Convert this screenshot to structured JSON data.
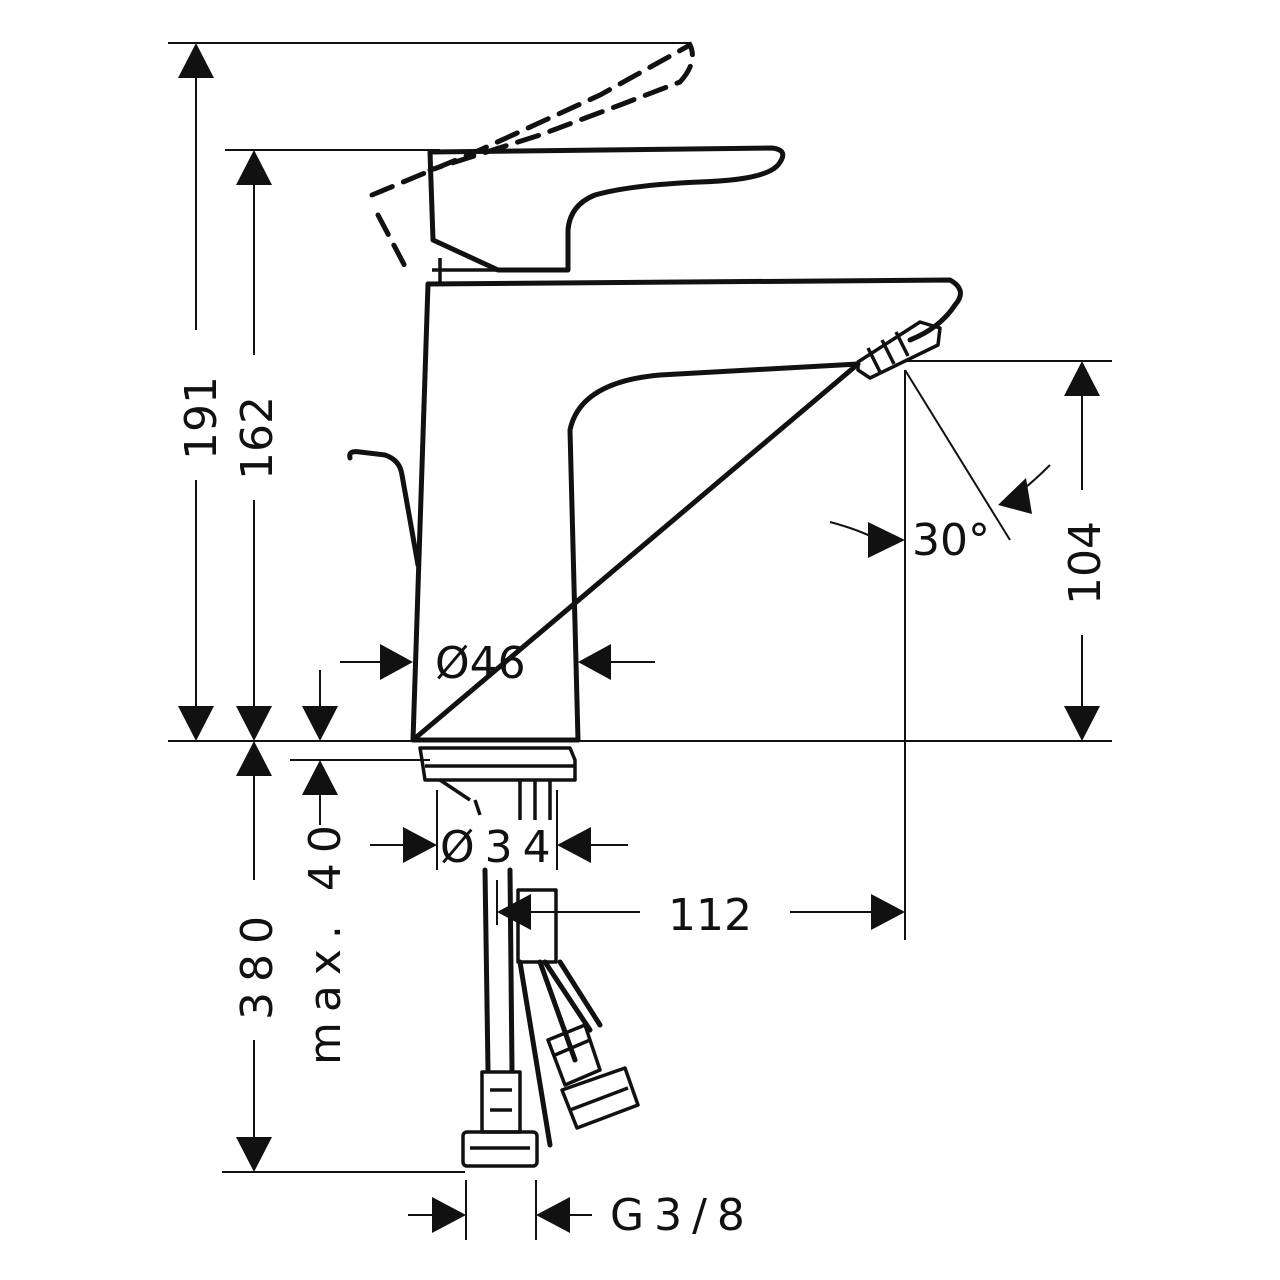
{
  "dimensions": {
    "total_height": "191",
    "lever_height": "162",
    "spout_height": "104",
    "base_diameter": "Ø46",
    "shank_diameter": "Ø34",
    "projection": "112",
    "below_deck": "380",
    "max_thickness": "max. 40",
    "connection": "G3/8",
    "angle": "30°"
  },
  "colors": {
    "line": "#111111",
    "background": "#ffffff"
  }
}
